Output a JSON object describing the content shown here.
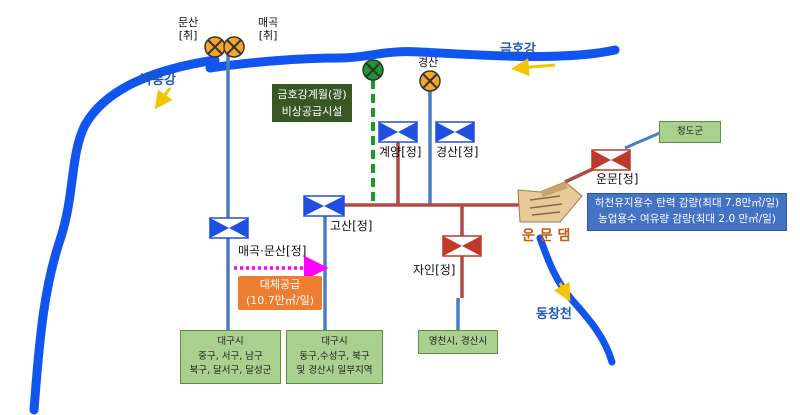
{
  "rivers": {
    "nakdong": "낙동강",
    "geumho": "금호강",
    "dongchang": "동창천"
  },
  "intakes": {
    "munsan": [
      "문산",
      "[취]"
    ],
    "maegok": [
      "매곡",
      "[취]"
    ],
    "gyeongsan": "경산"
  },
  "plants": {
    "gyeyang": "계양[정]",
    "gyeongsan": "경산[정]",
    "unmun": "운문[정]",
    "gosan": "고산[정]",
    "maegok_munsan": "매곡·문산[정]",
    "jain": "자인[정]"
  },
  "emergency_facility": [
    "금호강계월(광)",
    "비상공급시설"
  ],
  "dam": "운 문 댐",
  "alt_supply": [
    "대체공급",
    "(10.7만㎥/일)"
  ],
  "dam_notes": [
    "하천유지용수 탄력 감량(최대 7.8만㎥/일)",
    "농업용수 여유량 감량(최대 2.0 만㎥/일)"
  ],
  "regions": {
    "cheongdo": "청도군",
    "daegu_west": [
      "대구시",
      "중구, 서구, 남구",
      "북구, 달서구, 달성군"
    ],
    "daegu_east": [
      "대구시",
      "동구,수성구, 북구",
      "및 경산시 일부지역"
    ],
    "yeongcheon": "영천시, 경산시"
  },
  "colors": {
    "river": "#1155ee",
    "pipe_blue": "#4a7ebf",
    "pipe_red": "#b24a45",
    "valve_blue": "#1f4fe0",
    "valve_red": "#c0392b",
    "emergency_green": "#1a9a2a",
    "intake_orange": "#f5a623",
    "region_green": "#a9d08e",
    "alt_arrow": "#ff00ff"
  }
}
